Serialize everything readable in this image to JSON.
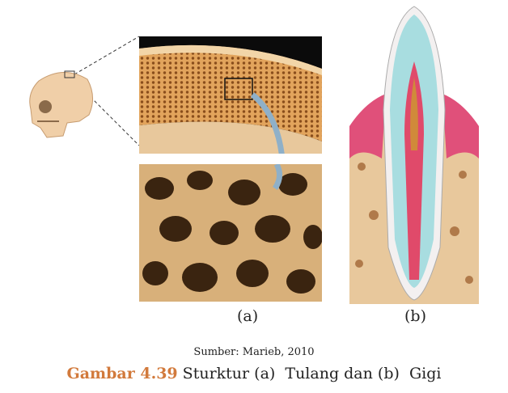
{
  "figure": {
    "panel_a_label": "(a)",
    "panel_b_label": "(b)",
    "source": "Sumber: Marieb, 2010",
    "caption_number": "Gambar 4.39",
    "caption_text": " Sturktur (a)  Tulang dan (b)  Gigi"
  },
  "colors": {
    "accent": "#d27a3c",
    "bone": "#d9a66a",
    "enamel": "#a8dde0",
    "gum": "#e0507a"
  }
}
